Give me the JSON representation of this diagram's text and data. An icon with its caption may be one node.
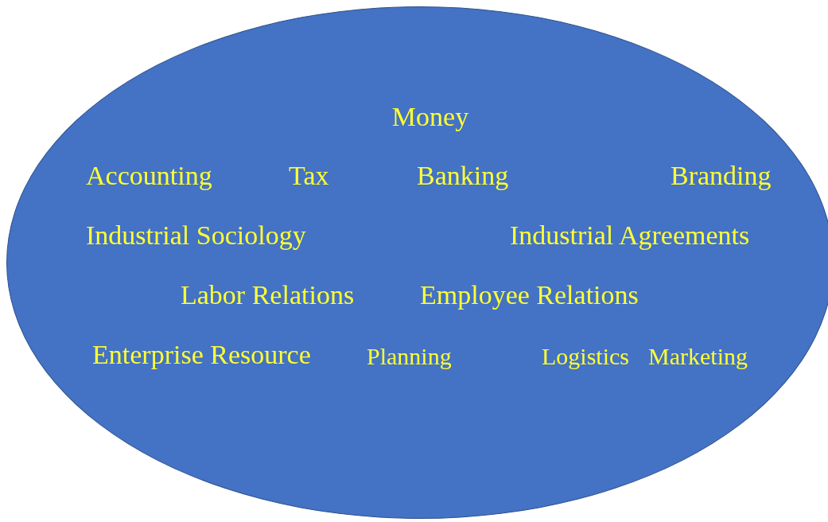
{
  "diagram": {
    "nodes": [
      {
        "text": [
          "Money",
          "Accounting",
          "Tax",
          "Banking",
          "Branding",
          "Industrial Sociology",
          "Industrial Agreements",
          "Labor Relations",
          "Employee Relations",
          "Enterprise Resource",
          "Planning",
          "Logistics",
          "Marketing"
        ]
      }
    ]
  }
}
